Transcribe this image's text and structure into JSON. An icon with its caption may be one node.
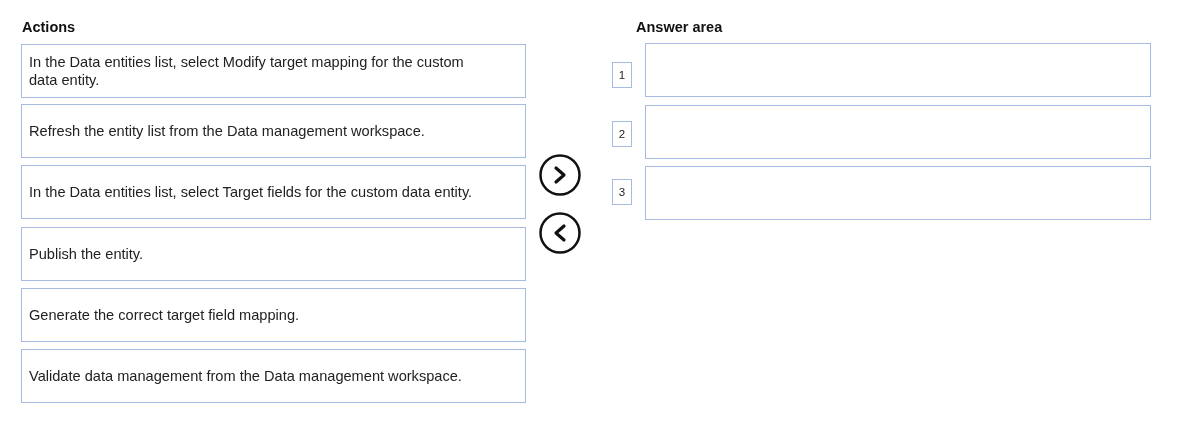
{
  "diagram": {
    "nodes": [
      {
        "text": [
          "In the Data entities list, select Modify target mapping for the custom data entity."
        ]
      },
      {
        "text": [
          "Refresh the entity list from the Data management workspace."
        ]
      },
      {
        "text": [
          "In the Data entities list, select Target fields for the custom data entity."
        ]
      },
      {
        "text": [
          "Publish the entity."
        ]
      },
      {
        "text": [
          "Generate the correct target field mapping."
        ]
      },
      {
        "text": [
          "Validate data management from the Data management workspace."
        ]
      },
      {
        "text": [
          "1"
        ]
      },
      {
        "text": [],
        "shape": "box"
      },
      {
        "text": [
          "2"
        ]
      },
      {
        "text": [],
        "shape": "box"
      },
      {
        "text": [
          "3"
        ]
      },
      {
        "text": [],
        "shape": "box"
      }
    ],
    "labels": [
      "Actions",
      "Answer area"
    ]
  }
}
